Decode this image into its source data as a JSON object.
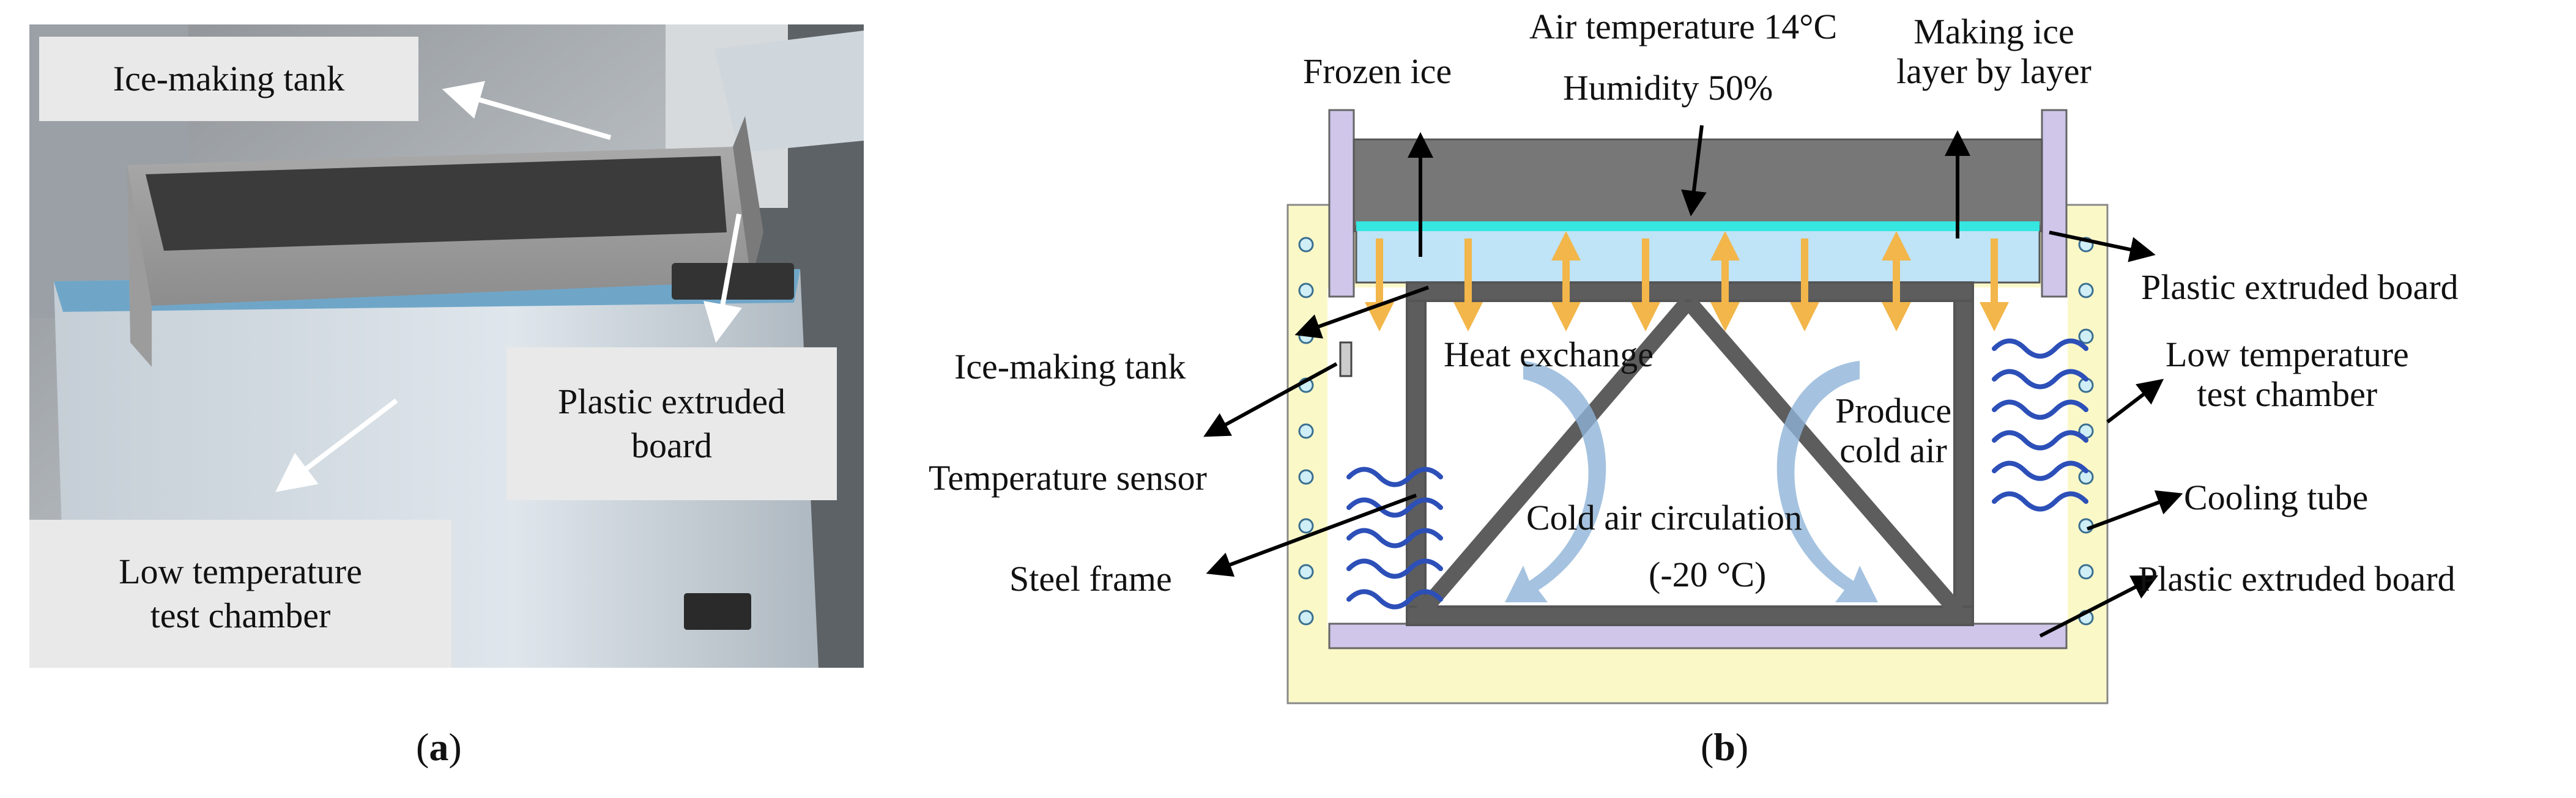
{
  "panel_a": {
    "caption_letter": "a",
    "labels": {
      "ice_making_tank": "Ice-making tank",
      "plastic_extruded_board_1": "Plastic extruded",
      "plastic_extruded_board_2": "board",
      "low_temp_chamber_1": "Low temperature",
      "low_temp_chamber_2": "test chamber"
    }
  },
  "panel_b": {
    "caption_letter": "b",
    "labels": {
      "frozen_ice": "Frozen ice",
      "air_temperature": "Air temperature 14°C",
      "humidity": "Humidity  50%",
      "making_ice_1": "Making ice",
      "making_ice_2": "layer by layer",
      "plastic_board_top": "Plastic extruded board",
      "ice_making_tank": "Ice-making tank",
      "heat_exchange": "Heat exchange",
      "low_temp_chamber_1": "Low temperature",
      "low_temp_chamber_2": "test chamber",
      "produce_1": "Produce",
      "produce_2": "cold air",
      "temperature_sensor": "Temperature sensor",
      "cooling_tube": "Cooling tube",
      "cold_air_circulation": "Cold air circulation",
      "cold_air_temp": "(-20 °C)",
      "steel_frame": "Steel frame",
      "plastic_board_bottom": "Plastic extruded board"
    }
  },
  "colors": {
    "chamber_fill": "#fbf8c8",
    "board_fill": "#cfc6ea",
    "tank_fill": "#777777",
    "water_fill": "#bfe3f7",
    "ice_layer": "#36e6e0",
    "steel": "#555555",
    "heat_arrow": "#f2b64a",
    "wave": "#2c4fb8",
    "circulation": "#8fb4d8"
  }
}
